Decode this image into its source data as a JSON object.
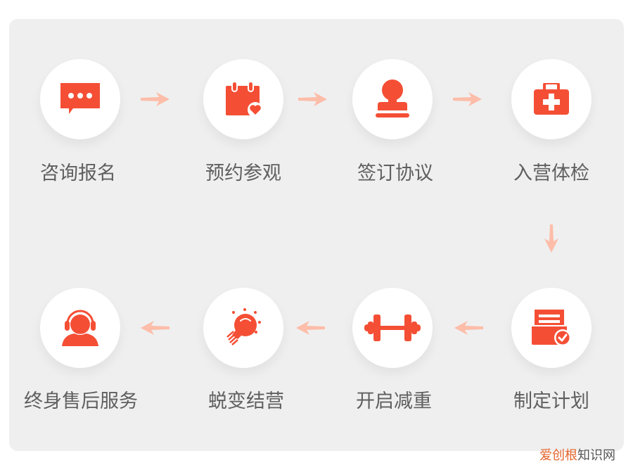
{
  "colors": {
    "accent": "#f44f35",
    "arrow": "#fdbda9",
    "panel_bg": "#efefef",
    "label": "#5f5f5f",
    "watermark_brand": "#e4642c",
    "watermark_text": "#555555"
  },
  "steps": [
    {
      "order": 1,
      "label": "咨询报名",
      "icon": "chat-bubble-icon"
    },
    {
      "order": 2,
      "label": "预约参观",
      "icon": "calendar-heart-icon"
    },
    {
      "order": 3,
      "label": "签订协议",
      "icon": "stamp-icon"
    },
    {
      "order": 4,
      "label": "入营体检",
      "icon": "medical-kit-icon"
    },
    {
      "order": 5,
      "label": "制定计划",
      "icon": "plan-check-icon"
    },
    {
      "order": 6,
      "label": "开启减重",
      "icon": "dumbbell-icon"
    },
    {
      "order": 7,
      "label": "蜕变结营",
      "icon": "lightbulb-icon"
    },
    {
      "order": 8,
      "label": "终身售后服务",
      "icon": "headset-support-icon"
    }
  ],
  "flow": {
    "row1_direction": "right",
    "connector_direction": "down",
    "row2_direction": "left"
  },
  "watermark": {
    "brand": "爱创根",
    "suffix": "知识网"
  }
}
